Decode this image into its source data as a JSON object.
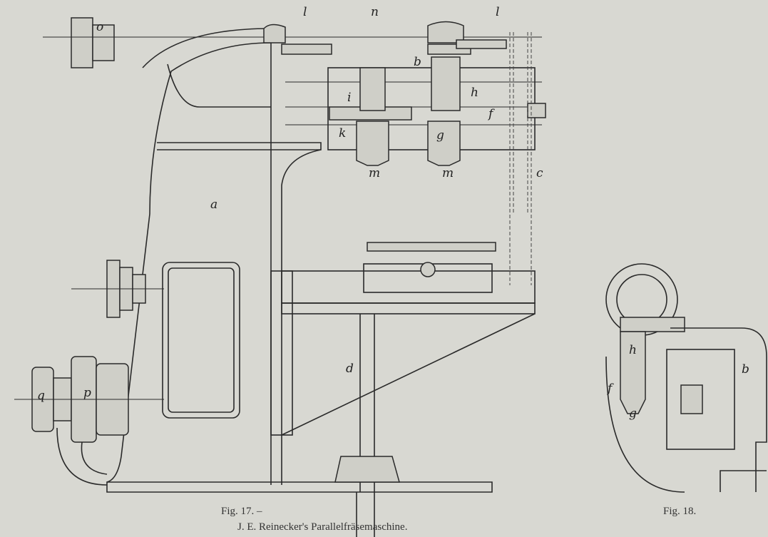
{
  "figure17": {
    "caption": "Fig. 17. –",
    "labels": {
      "o": "o",
      "l1": "l",
      "n": "n",
      "l2": "l",
      "b": "b",
      "i": "i",
      "h": "h",
      "f": "f",
      "k": "k",
      "g": "g",
      "m1": "m",
      "m2": "m",
      "c": "c",
      "a": "a",
      "d": "d",
      "q": "q",
      "p": "p"
    }
  },
  "figure18": {
    "caption": "Fig. 18.",
    "labels": {
      "h": "h",
      "b": "b",
      "f": "f",
      "g": "g"
    }
  },
  "title": "J. E. Reinecker's Parallelfräsemaschine."
}
